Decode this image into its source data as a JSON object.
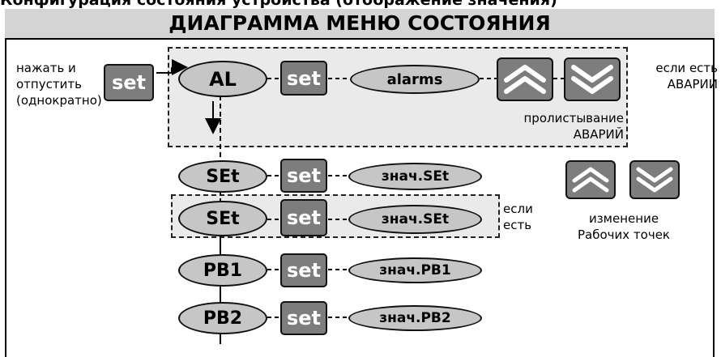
{
  "page": {
    "top_cut_text": "Конфигурация  состояния  устройства  (отображение  значения)",
    "title": "ДИАГРАММА МЕНЮ СОСТОЯНИЯ"
  },
  "press_note": {
    "line1": "нажать и",
    "line2": "отпустить",
    "line3": "(однократно)"
  },
  "set_label": "set",
  "alarm_row": {
    "code": "AL",
    "value": "alarms",
    "right_line1": "если есть",
    "right_line2": "АВАРИИ",
    "scroll_line1": "пролистывание",
    "scroll_line2": "АВАРИЙ"
  },
  "rows": [
    {
      "code": "SEt",
      "value": "знач.SEt"
    },
    {
      "code": "SEt",
      "value": "знач.SEt"
    },
    {
      "code": "PB1",
      "value": "знач.PB1"
    },
    {
      "code": "PB2",
      "value": "знач.PB2"
    }
  ],
  "if_present": {
    "line1": "если",
    "line2": "есть"
  },
  "setpoint_note": {
    "line1": "изменение",
    "line2": "Рабочих точек"
  },
  "colors": {
    "header": "#d4d4d4",
    "button": "#7d7d7d",
    "pill": "#c6c6c6",
    "zone": "#eaeaea"
  },
  "icons": [
    "up-chevrons-icon",
    "down-chevrons-icon"
  ]
}
